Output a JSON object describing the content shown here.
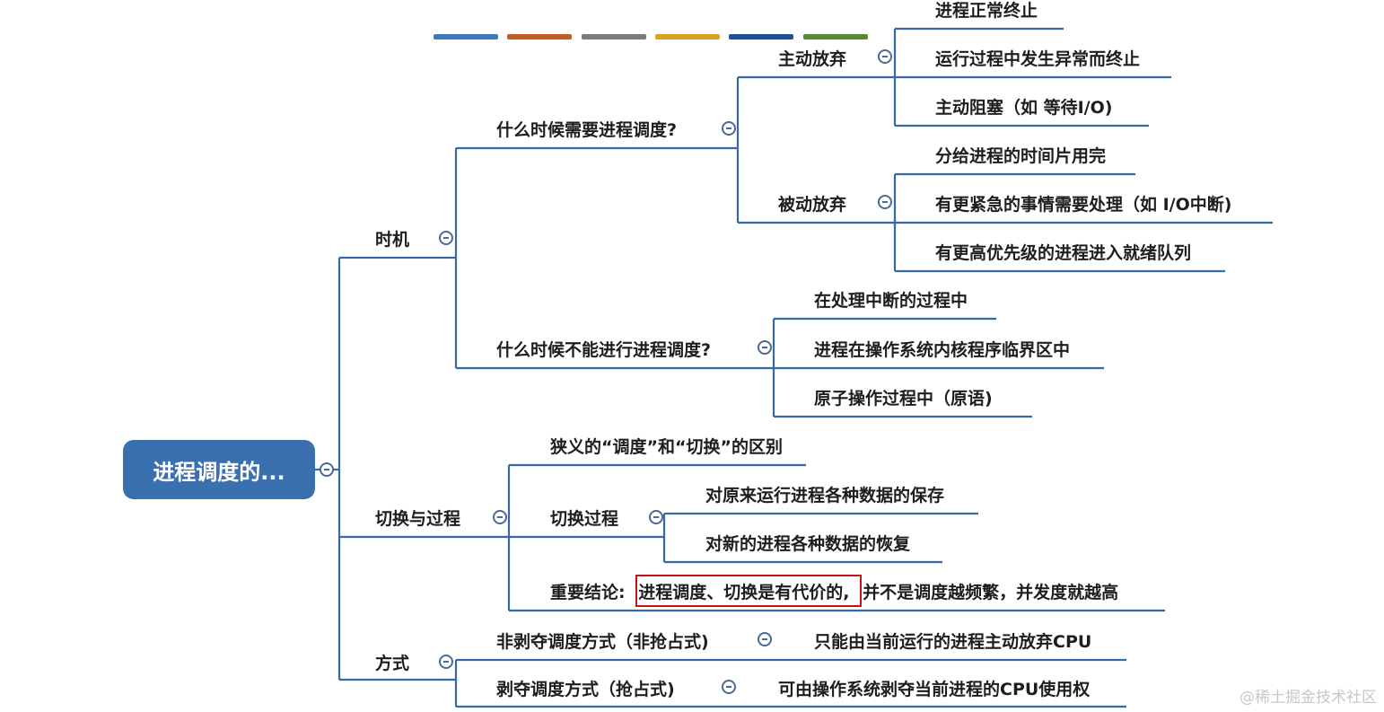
{
  "root": {
    "label": "进程调度的..."
  },
  "legend": {
    "colors": [
      "#3f79bd",
      "#c55b26",
      "#7b7b7b",
      "#d9a227",
      "#1f4f96",
      "#5a8a32"
    ]
  },
  "timing": {
    "label": "时机",
    "when_needed": {
      "label": "什么时候需要进程调度?",
      "active": {
        "label": "主动放弃",
        "items": [
          "进程正常终止",
          "运行过程中发生异常而终止",
          "主动阻塞（如 等待I/O)"
        ]
      },
      "passive": {
        "label": "被动放弃",
        "items": [
          "分给进程的时间片用完",
          "有更紧急的事情需要处理（如 I/O中断)",
          "有更高优先级的进程进入就绪队列"
        ]
      }
    },
    "when_not": {
      "label": "什么时候不能进行进程调度?",
      "items": [
        "在处理中断的过程中",
        "进程在操作系统内核程序临界区中",
        "原子操作过程中（原语)"
      ]
    }
  },
  "switching": {
    "label": "切换与过程",
    "difference": "狭义的“调度”和“切换”的区别",
    "process": {
      "label": "切换过程",
      "items": [
        "对原来运行进程各种数据的保存",
        "对新的进程各种数据的恢复"
      ]
    },
    "conclusion": {
      "prefix": "重要结论:",
      "highlight": "进程调度、切换是有代价的,",
      "rest": "并不是调度越频繁，并发度就越高"
    }
  },
  "mode": {
    "label": "方式",
    "nonpreemptive": {
      "label": "非剥夺调度方式（非抢占式)",
      "desc": "只能由当前运行的进程主动放弃CPU"
    },
    "preemptive": {
      "label": "剥夺调度方式（抢占式)",
      "desc": "可由操作系统剥夺当前进程的CPU使用权"
    }
  },
  "watermark": "@稀土掘金技术社区"
}
